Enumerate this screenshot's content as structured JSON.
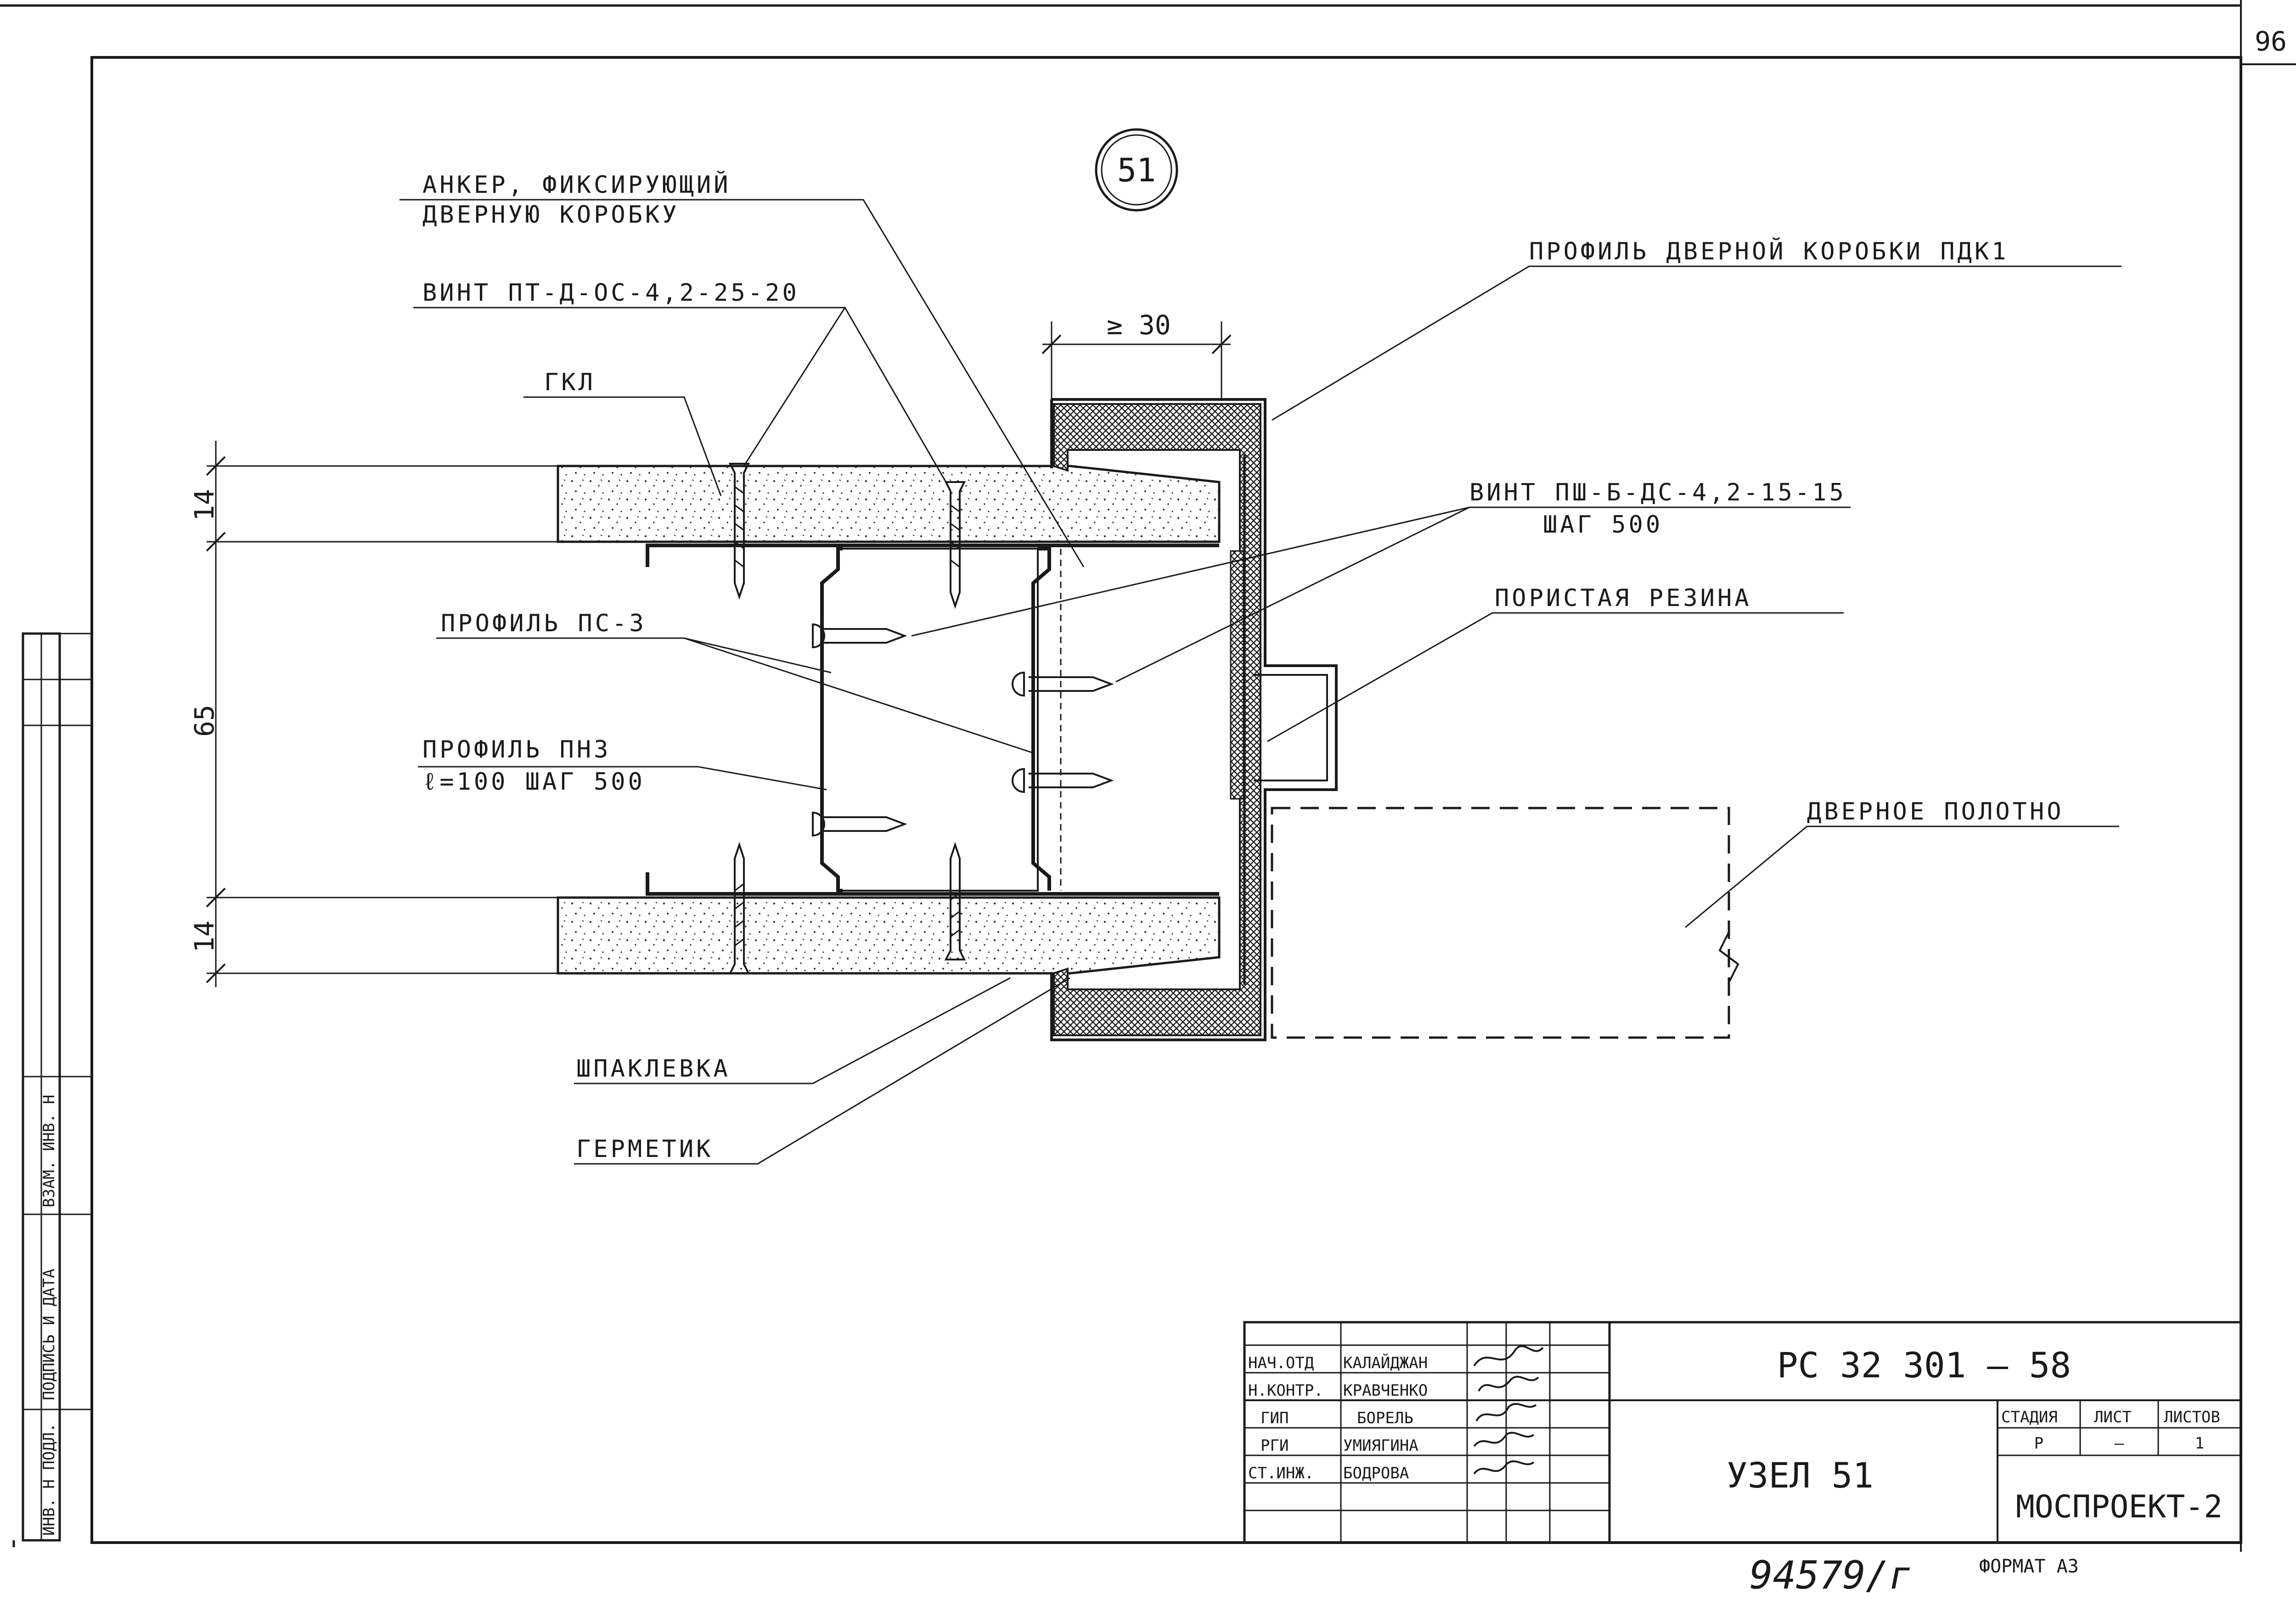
{
  "sheet_number": "96",
  "detail_number": "51",
  "labels": {
    "anchor_line1": "АНКЕР, ФИКСИРУЮЩИЙ",
    "anchor_line2": "ДВЕРНУЮ КОРОБКУ",
    "screw_pt": "ВИНТ ПТ-Д-ОС-4,2-25-20",
    "gkl": "ГКЛ",
    "profile_ps3": "ПРОФИЛЬ ПС-3",
    "profile_pn3_line1": "ПРОФИЛЬ ПН3",
    "profile_pn3_line2": "ℓ=100  ШАГ 500",
    "door_frame_profile": "ПРОФИЛЬ ДВЕРНОЙ КОРОБКИ ПДК1",
    "screw_psh_line1": "ВИНТ ПШ-Б-ДС-4,2-15-15",
    "screw_psh_line2": "ШАГ 500",
    "porous_rubber": "ПОРИСТАЯ РЕЗИНА",
    "door_leaf": "ДВЕРНОЕ ПОЛОТНО",
    "putty": "ШПАКЛЕВКА",
    "sealant": "ГЕРМЕТИК"
  },
  "dimensions": {
    "top_board": "14",
    "stud": "65",
    "bottom_board": "14",
    "frame_min": "≥ 30"
  },
  "side_stamp": {
    "cell1": "ВЗАМ. ИНВ. Н",
    "cell2": "ПОДПИСЬ И ДАТА",
    "cell3": "ИНВ. Н ПОДЛ."
  },
  "title_block": {
    "document_code": "РС 32 301 — 58",
    "title": "УЗЕЛ  51",
    "organization": "МОСПРОЕКТ-2",
    "col_stage": "СТАДИЯ",
    "col_sheet": "ЛИСТ",
    "col_sheets": "ЛИСТОВ",
    "stage": "Р",
    "sheet": "—",
    "sheets": "1",
    "rows": [
      {
        "role": "НАЧ.ОТД",
        "name": "КАЛАЙДЖАН"
      },
      {
        "role": "Н.КОНТР.",
        "name": "КРАВЧЕНКО"
      },
      {
        "role": "ГИП",
        "name": "БОРЕЛЬ"
      },
      {
        "role": "РГИ",
        "name": "УМИЯГИНА"
      },
      {
        "role": "СТ.ИНЖ.",
        "name": "БОДРОВА"
      }
    ]
  },
  "footer": {
    "inventory": "94579/г",
    "format": "ФОРМАТ А3"
  }
}
